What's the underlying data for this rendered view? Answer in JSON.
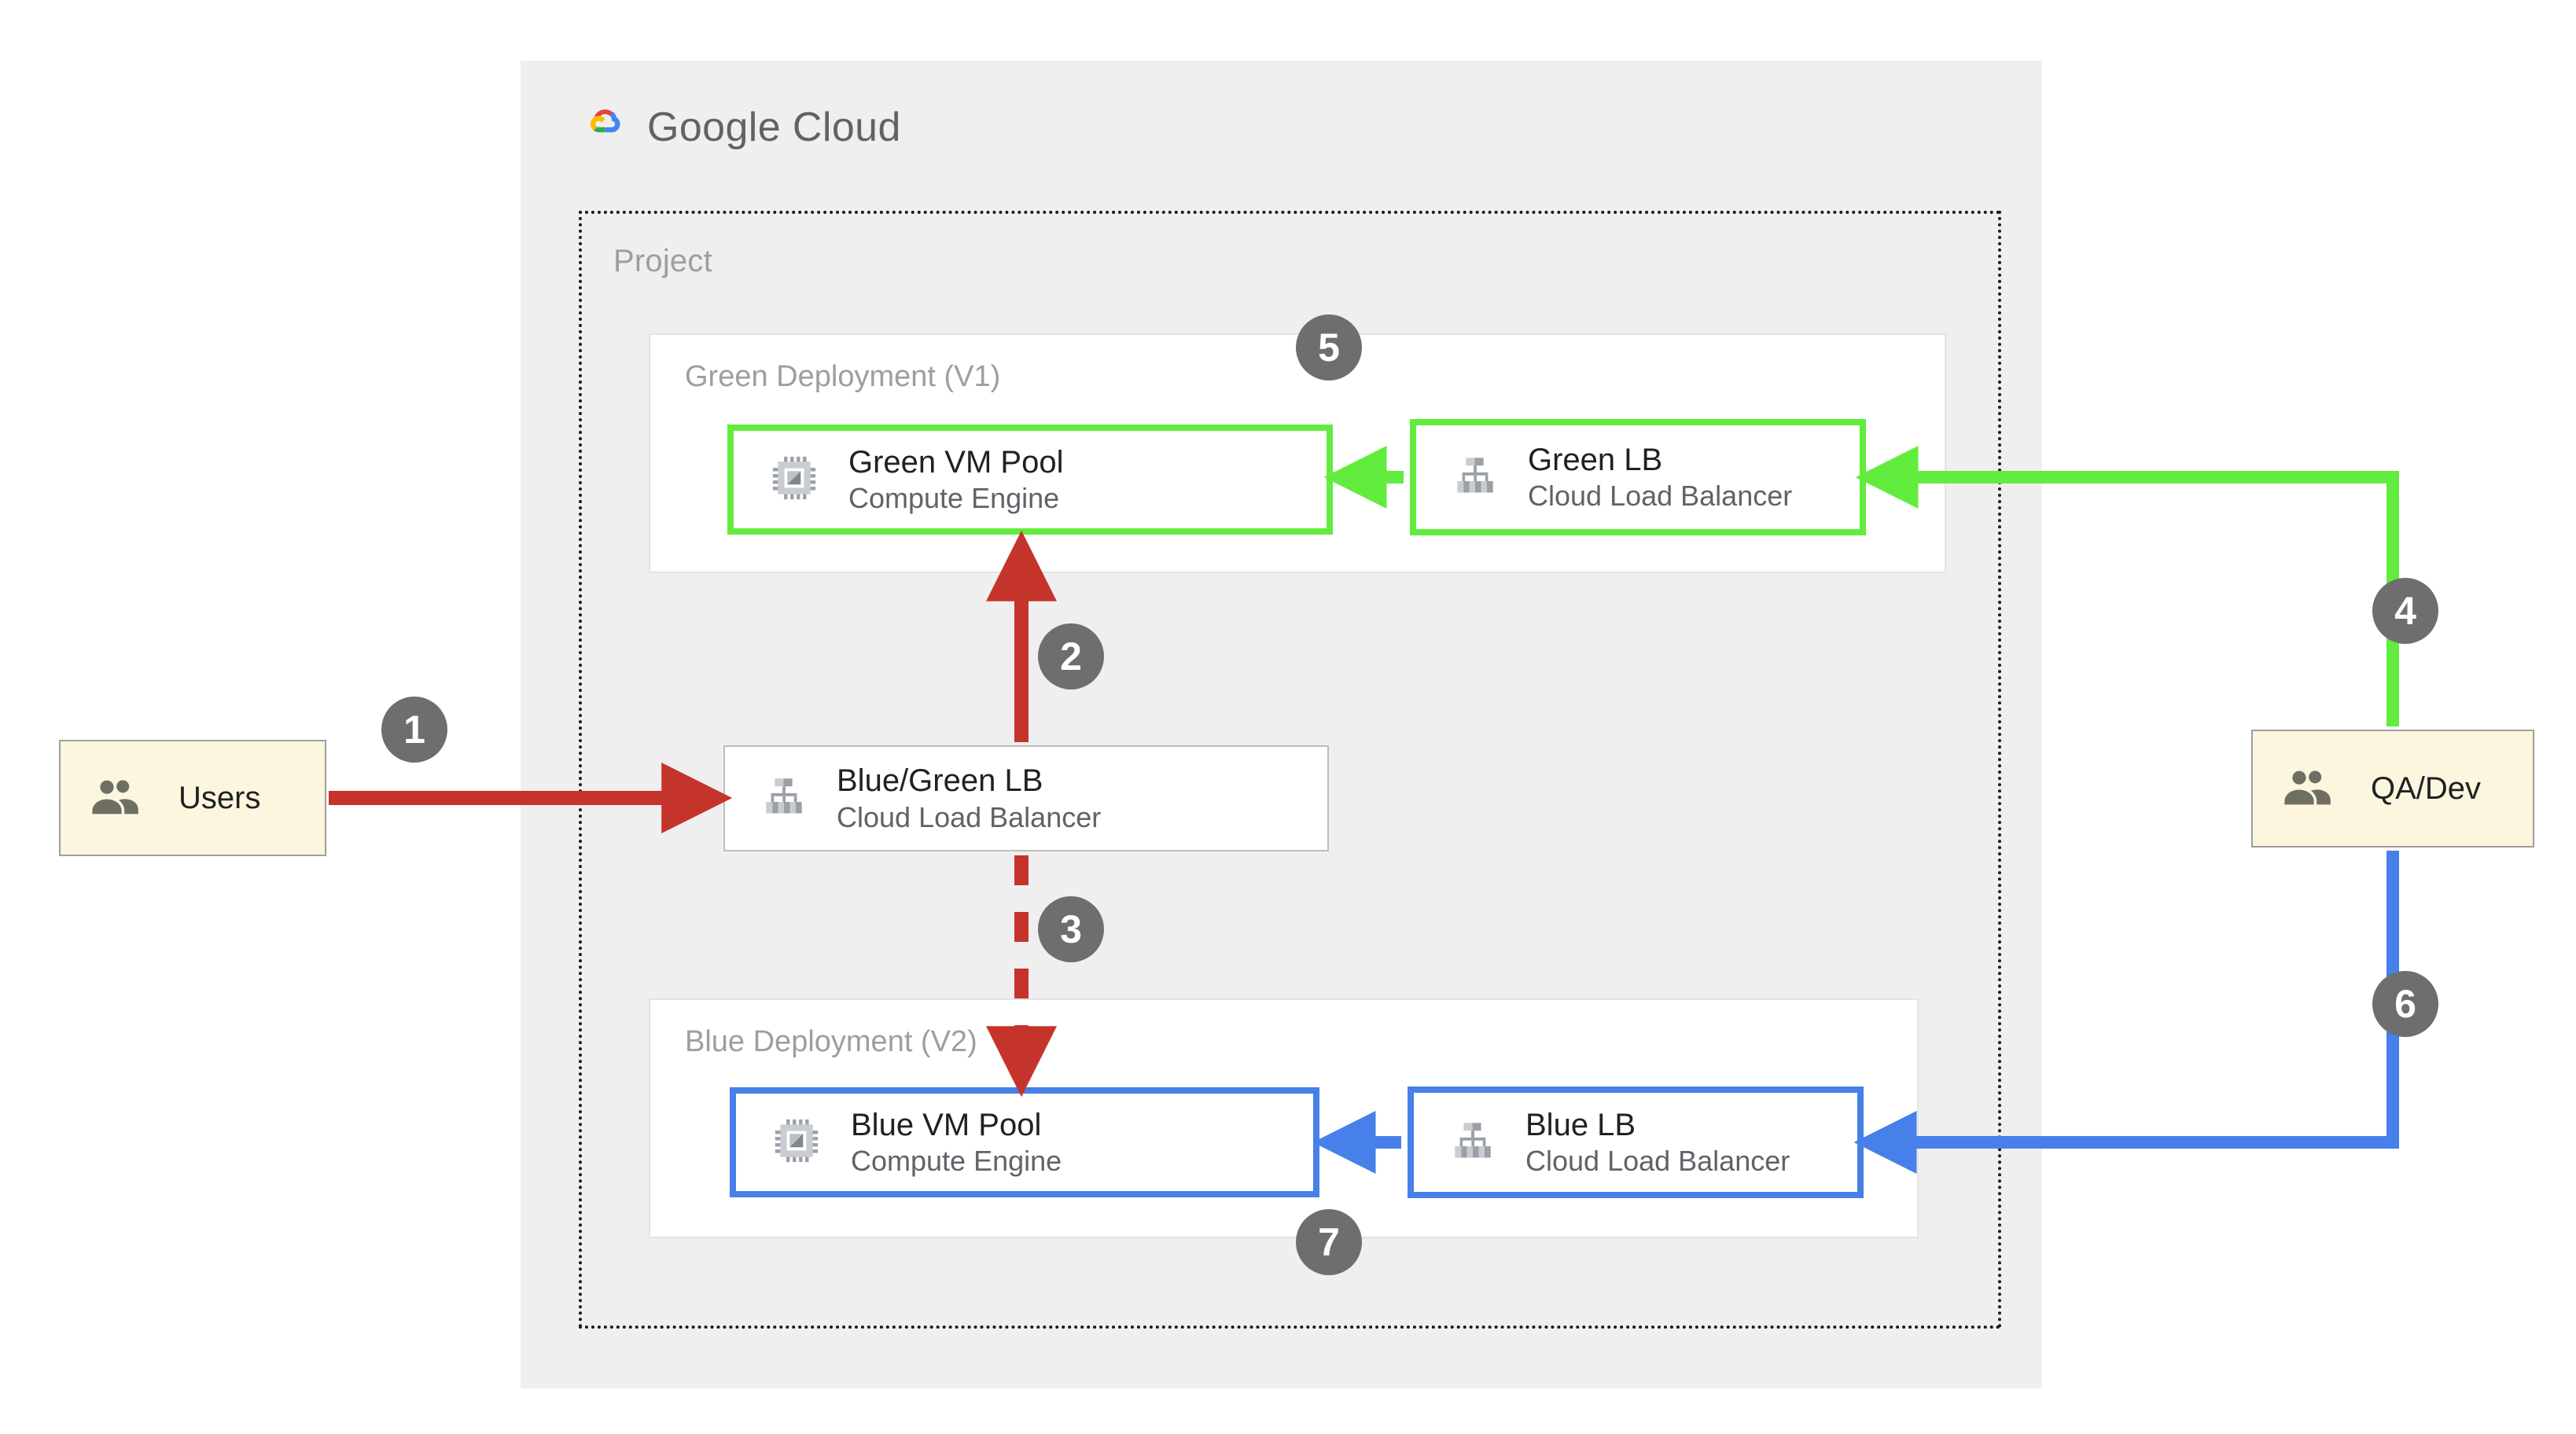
{
  "brand": {
    "name": "Google Cloud",
    "logo_icon": "google-cloud-logo-icon",
    "colors": {
      "red": "#EA4335",
      "yellow": "#FBBC04",
      "green": "#34A853",
      "blue": "#4285F4"
    }
  },
  "project": {
    "label": "Project"
  },
  "deployments": [
    {
      "id": "green",
      "label": "Green Deployment (V1)",
      "accent": "#62EC3E",
      "nodes": [
        {
          "id": "green-vm-pool",
          "title": "Green VM Pool",
          "subtitle": "Compute Engine",
          "icon": "cpu-chip-icon",
          "border": "green"
        },
        {
          "id": "green-lb",
          "title": "Green LB",
          "subtitle": "Cloud Load Balancer",
          "icon": "load-balancer-icon",
          "border": "green"
        }
      ]
    },
    {
      "id": "blue",
      "label": "Blue Deployment (V2)",
      "accent": "#4680E8",
      "nodes": [
        {
          "id": "blue-vm-pool",
          "title": "Blue VM Pool",
          "subtitle": "Compute Engine",
          "icon": "cpu-chip-icon",
          "border": "blue"
        },
        {
          "id": "blue-lb",
          "title": "Blue LB",
          "subtitle": "Cloud Load Balancer",
          "icon": "load-balancer-icon",
          "border": "blue"
        }
      ]
    }
  ],
  "router": {
    "id": "blue-green-lb",
    "title": "Blue/Green LB",
    "subtitle": "Cloud Load Balancer",
    "icon": "load-balancer-icon",
    "border": "plain"
  },
  "actors": [
    {
      "id": "users",
      "label": "Users",
      "icon": "people-icon",
      "fill": "#FDF6DE"
    },
    {
      "id": "qa-dev",
      "label": "QA/Dev",
      "icon": "people-icon",
      "fill": "#FDF6DE"
    }
  ],
  "steps": [
    {
      "n": "1",
      "from": "users",
      "to": "blue-green-lb",
      "color": "#C5342A",
      "style": "solid"
    },
    {
      "n": "2",
      "from": "blue-green-lb",
      "to": "green-vm-pool",
      "color": "#C5342A",
      "style": "solid"
    },
    {
      "n": "3",
      "from": "blue-green-lb",
      "to": "blue-vm-pool",
      "color": "#C5342A",
      "style": "dashed"
    },
    {
      "n": "4",
      "from": "qa-dev",
      "to": "green-lb",
      "color": "#62EC3E",
      "style": "solid"
    },
    {
      "n": "5",
      "from": "green-lb",
      "to": "green-vm-pool",
      "color": "#62EC3E",
      "style": "solid"
    },
    {
      "n": "6",
      "from": "qa-dev",
      "to": "blue-lb",
      "color": "#4680E8",
      "style": "solid"
    },
    {
      "n": "7",
      "from": "blue-lb",
      "to": "blue-vm-pool",
      "color": "#4680E8",
      "style": "solid"
    }
  ],
  "palette": {
    "red": "#C5342A",
    "green": "#62EC3E",
    "blue": "#4680E8",
    "badge_gray": "#6E6E6E",
    "panel_gray": "#EFEFEF",
    "label_gray": "#9E9E9E"
  }
}
